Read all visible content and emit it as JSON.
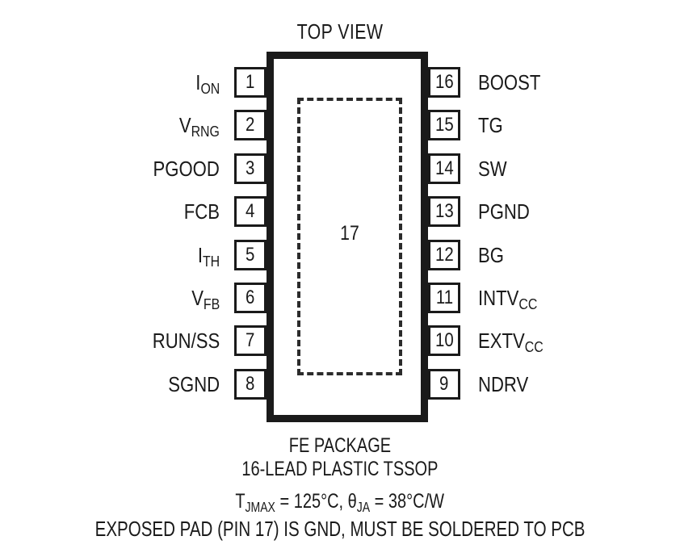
{
  "diagram": {
    "title": "TOP VIEW",
    "exposed_pad_pin": "17",
    "package_name": "FE PACKAGE",
    "lead_description": "16-LEAD PLASTIC TSSOP",
    "thermal": {
      "tjmax_symbol": "T",
      "tjmax_subscript": "JMAX",
      "tjmax_value": " = 125°C, ",
      "theta_symbol": "θ",
      "theta_subscript": "JA",
      "theta_value": " = 38°C/W"
    },
    "exposed_pad_note": "EXPOSED PAD (PIN 17) IS GND, MUST BE SOLDERED TO PCB",
    "colors": {
      "outline": "#1a1a1a",
      "dashed": "#2b2b2b",
      "background": "#ffffff"
    },
    "pins_left": [
      {
        "number": "1",
        "name": "I",
        "subscript": "ON"
      },
      {
        "number": "2",
        "name": "V",
        "subscript": "RNG"
      },
      {
        "number": "3",
        "name": "PGOOD",
        "subscript": ""
      },
      {
        "number": "4",
        "name": "FCB",
        "subscript": ""
      },
      {
        "number": "5",
        "name": "I",
        "subscript": "TH"
      },
      {
        "number": "6",
        "name": "V",
        "subscript": "FB"
      },
      {
        "number": "7",
        "name": "RUN/SS",
        "subscript": ""
      },
      {
        "number": "8",
        "name": "SGND",
        "subscript": ""
      }
    ],
    "pins_right": [
      {
        "number": "16",
        "name": "BOOST",
        "subscript": ""
      },
      {
        "number": "15",
        "name": "TG",
        "subscript": ""
      },
      {
        "number": "14",
        "name": "SW",
        "subscript": ""
      },
      {
        "number": "13",
        "name": "PGND",
        "subscript": ""
      },
      {
        "number": "12",
        "name": "BG",
        "subscript": ""
      },
      {
        "number": "11",
        "name": "INTV",
        "subscript": "CC"
      },
      {
        "number": "10",
        "name": "EXTV",
        "subscript": "CC"
      },
      {
        "number": "9",
        "name": "NDRV",
        "subscript": ""
      }
    ]
  }
}
